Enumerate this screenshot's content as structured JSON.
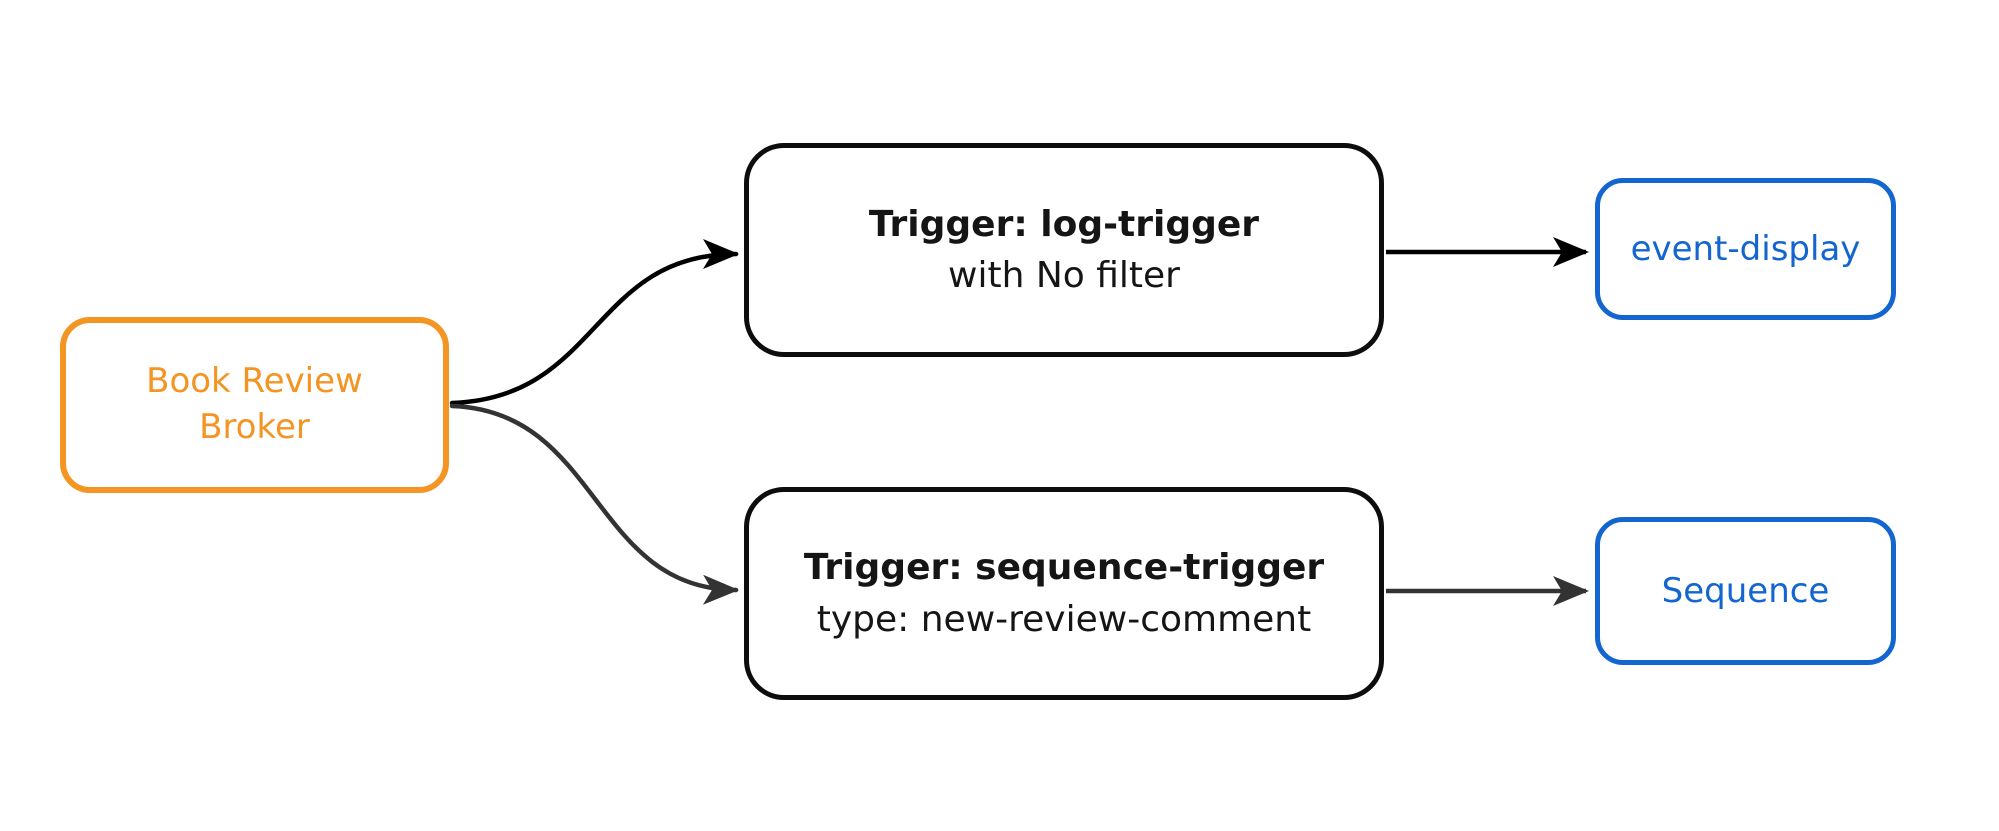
{
  "diagram": {
    "type": "flowchart-left-to-right",
    "background_color": "#ffffff",
    "nodes": {
      "broker": {
        "label_line1": "Book Review",
        "label_line2": "Broker",
        "border_color": "#f49423",
        "text_color": "#f49423",
        "shape": "rounded-rectangle"
      },
      "log_trigger": {
        "title": "Trigger: log-trigger",
        "subtitle": "with No filter",
        "border_color": "#0d0d0d",
        "text_color": "#151515",
        "shape": "rounded-rectangle"
      },
      "event_display": {
        "label": "event-display",
        "border_color": "#1365d0",
        "text_color": "#1365d0",
        "shape": "rounded-rectangle"
      },
      "sequence_trigger": {
        "title": "Trigger: sequence-trigger",
        "subtitle": "type: new-review-comment",
        "border_color": "#0d0d0d",
        "text_color": "#151515",
        "shape": "rounded-rectangle"
      },
      "sequence": {
        "label": "Sequence",
        "border_color": "#1365d0",
        "text_color": "#1365d0",
        "shape": "rounded-rectangle"
      }
    },
    "edges": [
      {
        "from": "broker",
        "to": "log_trigger",
        "style": "curved",
        "arrowhead": "filled-barb",
        "color": "#000000"
      },
      {
        "from": "broker",
        "to": "sequence_trigger",
        "style": "curved",
        "arrowhead": "filled-barb",
        "color": "#333333"
      },
      {
        "from": "log_trigger",
        "to": "event_display",
        "style": "straight",
        "arrowhead": "filled-barb",
        "color": "#000000"
      },
      {
        "from": "sequence_trigger",
        "to": "sequence",
        "style": "straight",
        "arrowhead": "filled-barb",
        "color": "#333333"
      }
    ]
  }
}
